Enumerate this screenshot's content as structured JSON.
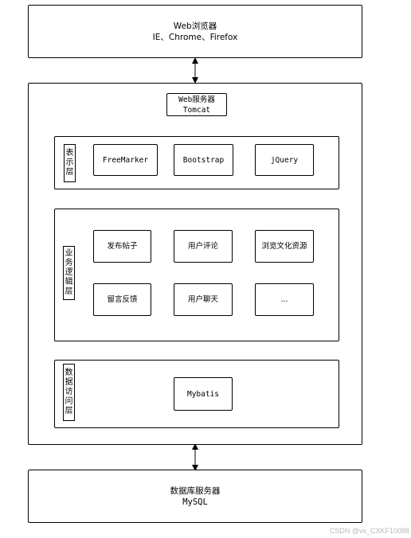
{
  "browser": {
    "title": "Web浏览器",
    "subtitle": "IE、Chrome、Firefox"
  },
  "server": {
    "title": "Web服务器",
    "subtitle": "Tomcat"
  },
  "presentation_layer": {
    "label": "表示层",
    "items": [
      "FreeMarker",
      "Bootstrap",
      "jQuery"
    ]
  },
  "business_layer": {
    "label": "业务逻辑层",
    "items": [
      "发布帖子",
      "用户评论",
      "浏览文化资源",
      "留言反馈",
      "用户聊天",
      "..."
    ]
  },
  "data_access_layer": {
    "label": "数据访问层",
    "items": [
      "Mybatis"
    ]
  },
  "database": {
    "title": "数据库服务器",
    "subtitle": "MySQL"
  },
  "watermark": "CSDN @vx_CXKF10088"
}
